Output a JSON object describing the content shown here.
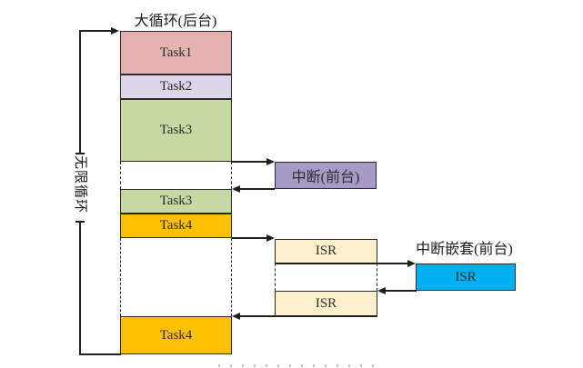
{
  "diagram": {
    "background_stack": {
      "title": "大循环(后台)",
      "segments": [
        {
          "type": "task",
          "label": "Task1",
          "color": "#e4b2b1"
        },
        {
          "type": "task",
          "label": "Task2",
          "color": "#dcd6e8"
        },
        {
          "type": "task",
          "label": "Task3",
          "color": "#c6d9a3"
        },
        {
          "type": "preempted-gap",
          "label": ""
        },
        {
          "type": "task",
          "label": "Task3",
          "color": "#c6d9a3"
        },
        {
          "type": "task",
          "label": "Task4",
          "color": "#ffc001"
        },
        {
          "type": "preempted-gap",
          "label": ""
        },
        {
          "type": "task",
          "label": "Task4",
          "color": "#ffc001"
        }
      ]
    },
    "loop": {
      "label": "无限循环"
    },
    "foreground": {
      "interrupt_box": {
        "label": "中断(前台)",
        "color": "#a79ac7"
      },
      "isr_first": {
        "label": "ISR",
        "color": "#fdf0cd"
      },
      "isr_second": {
        "label": "ISR",
        "color": "#fdf0cd"
      },
      "nested_isr": {
        "label": "ISR",
        "color": "#00b0f0"
      },
      "nested_label": "中断嵌套(前台)"
    },
    "colors": {
      "line": "#1f1f1f",
      "box_border": "#2b2b2b"
    }
  }
}
